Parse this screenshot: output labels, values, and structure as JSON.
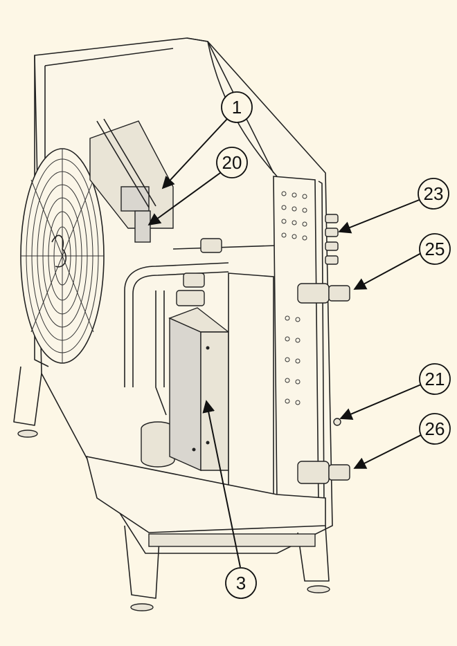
{
  "callouts": [
    {
      "label": "1"
    },
    {
      "label": "20"
    },
    {
      "label": "23"
    },
    {
      "label": "25"
    },
    {
      "label": "21"
    },
    {
      "label": "26"
    },
    {
      "label": "3"
    }
  ]
}
